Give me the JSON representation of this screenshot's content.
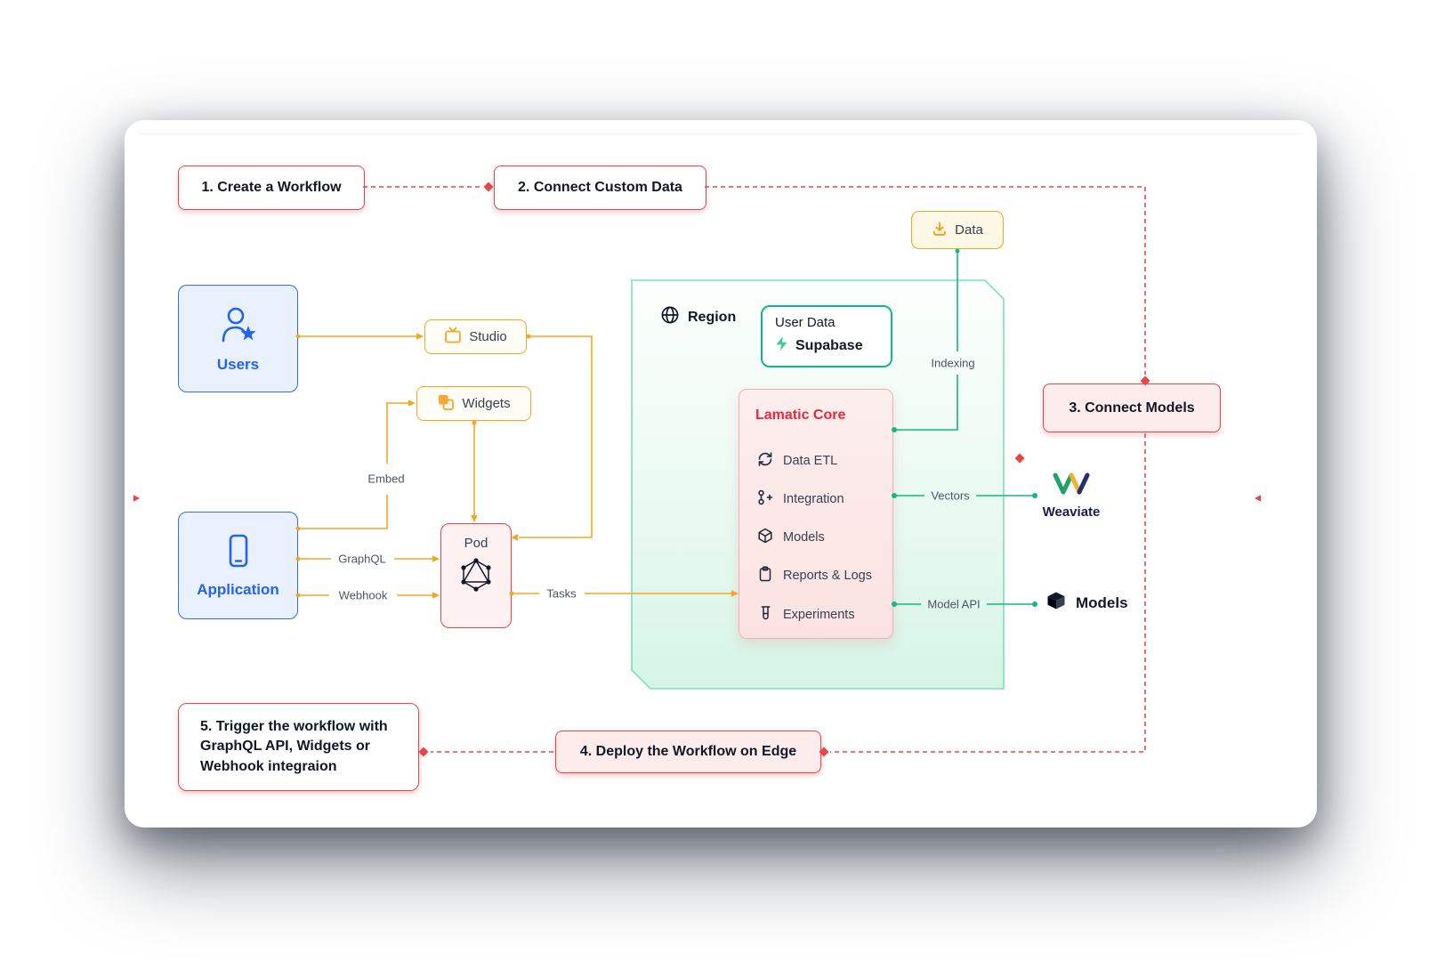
{
  "steps": {
    "step1": "1. Create a Workflow",
    "step2": "2. Connect Custom Data",
    "step3": "3. Connect Models",
    "step4": "4. Deploy the Workflow on Edge",
    "step5": "5. Trigger the workflow with GraphQL API, Widgets or Webhook integraion"
  },
  "nodes": {
    "users": {
      "label": "Users"
    },
    "application": {
      "label": "Application"
    },
    "studio": {
      "label": "Studio"
    },
    "widgets": {
      "label": "Widgets"
    },
    "pod": {
      "label": "Pod"
    },
    "region": {
      "label": "Region"
    },
    "user_data": {
      "title": "User Data",
      "provider": "Supabase"
    },
    "data": {
      "label": "Data"
    },
    "weaviate": {
      "label": "Weaviate"
    },
    "models": {
      "label": "Models"
    }
  },
  "core": {
    "title": "Lamatic Core",
    "items": [
      {
        "label": "Data ETL",
        "icon": "refresh-icon"
      },
      {
        "label": "Integration",
        "icon": "integration-icon"
      },
      {
        "label": "Models",
        "icon": "package-icon"
      },
      {
        "label": "Reports & Logs",
        "icon": "clipboard-icon"
      },
      {
        "label": "Experiments",
        "icon": "test-tube-icon"
      }
    ]
  },
  "edges": {
    "embed": "Embed",
    "graphql": "GraphQL",
    "webhook": "Webhook",
    "tasks": "Tasks",
    "indexing": "Indexing",
    "vectors": "Vectors",
    "model_api": "Model API"
  },
  "colors": {
    "accent_red": "#ef4444",
    "accent_blue": "#2563eb",
    "accent_orange": "#f5a623",
    "accent_green": "#10b981",
    "supabase_green": "#3ecf8e",
    "pink_fill": "#fdecec",
    "blue_fill": "#e9f1fe"
  }
}
